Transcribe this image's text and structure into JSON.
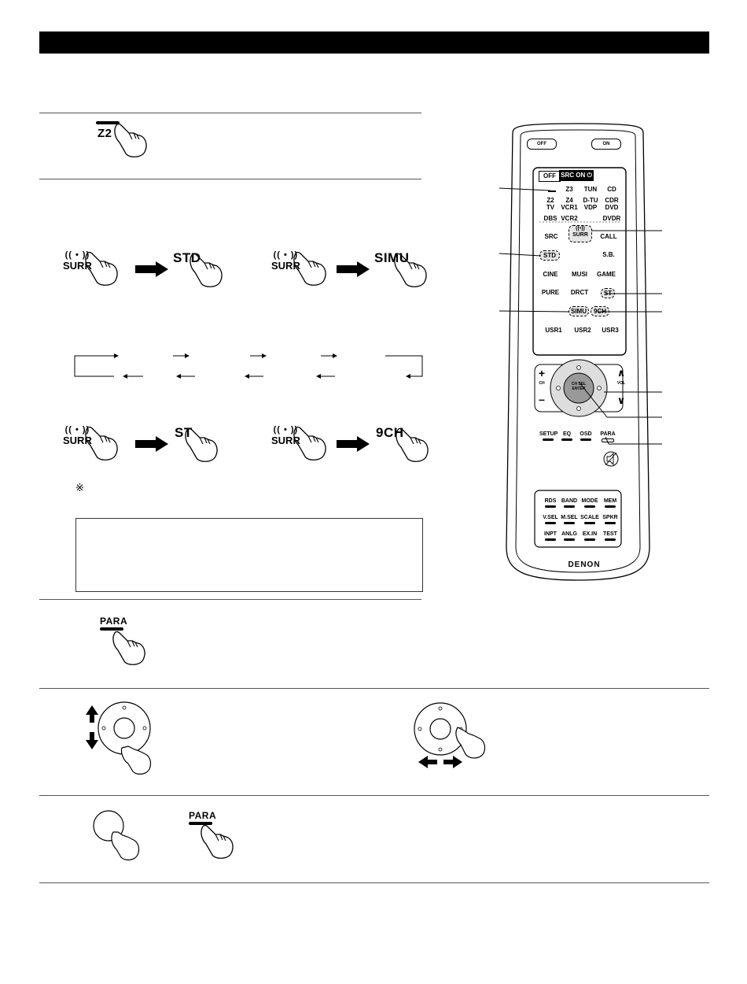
{
  "steps": {
    "step1": {
      "button": "Z2"
    },
    "step2": {
      "example_a": {
        "first": "SURR",
        "second": "STD"
      },
      "example_b": {
        "first": "SURR",
        "second": "SIMU"
      },
      "example_c": {
        "first": "SURR",
        "second": "ST"
      },
      "example_d": {
        "first": "SURR",
        "second": "9CH"
      },
      "note_mark": "※"
    },
    "step3": {
      "button": "PARA"
    },
    "step5": {
      "button": "PARA"
    }
  },
  "remote": {
    "top_left_button": "OFF",
    "top_right_button": "ON",
    "mode_off": "OFF",
    "mode_src_on": "SRC ON",
    "source_row1": [
      "Z3",
      "TUN",
      "CD"
    ],
    "source_row2a": [
      "Z2",
      "Z4",
      "D-TU",
      "CDR"
    ],
    "source_row2b": [
      "TV",
      "VCR1",
      "VDP",
      "DVD"
    ],
    "source_row3": [
      "DBS",
      "VCR2",
      "DVDR"
    ],
    "src_label": "SRC",
    "surr_label": "SURR",
    "call_label": "CALL",
    "std_label": "STD",
    "sb_label": "S.B.",
    "cine_label": "CINE",
    "musi_label": "MUSI",
    "game_label": "GAME",
    "pure_label": "PURE",
    "drct_label": "DRCT",
    "st_label": "ST",
    "simu_label": "SIMU",
    "ch9_label": "9CH",
    "usr": [
      "USR1",
      "USR2",
      "USR3"
    ],
    "ch_label": "CH",
    "vol_label": "VOL",
    "center_top": "CH SEL",
    "center_bottom": "ENTER",
    "func_row": [
      "SETUP",
      "EQ",
      "OSD",
      "PARA"
    ],
    "grid_row1": [
      "RDS",
      "BAND",
      "MODE",
      "MEM"
    ],
    "grid_row2": [
      "V.SEL",
      "M.SEL",
      "SCALE",
      "SPKR"
    ],
    "grid_row3": [
      "INPT",
      "ANLG",
      "EX.IN",
      "TEST"
    ],
    "brand": "DENON"
  }
}
